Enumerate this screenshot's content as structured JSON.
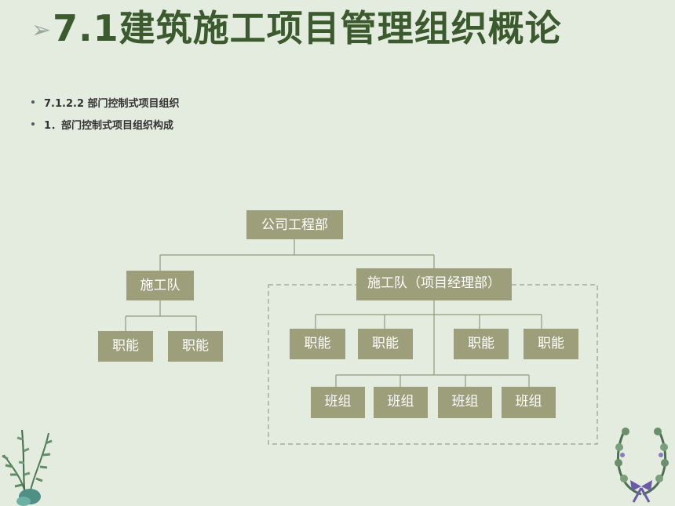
{
  "title": "7.1建筑施工项目管理组织概论",
  "title_icon": "arrow-right-icon",
  "bullets": [
    "7.1.2.2 部门控制式项目组织",
    "1．部门控制式项目组织构成"
  ],
  "org": {
    "company": "公司工程部",
    "team_left": "施工队",
    "team_right": "施工队（项目经理部）",
    "function": "职能",
    "group": "班组"
  },
  "colors": {
    "background": "#e4ecdf",
    "title": "#3b5a2e",
    "box": "#9d9f7b",
    "line": "#8f9a7c"
  }
}
